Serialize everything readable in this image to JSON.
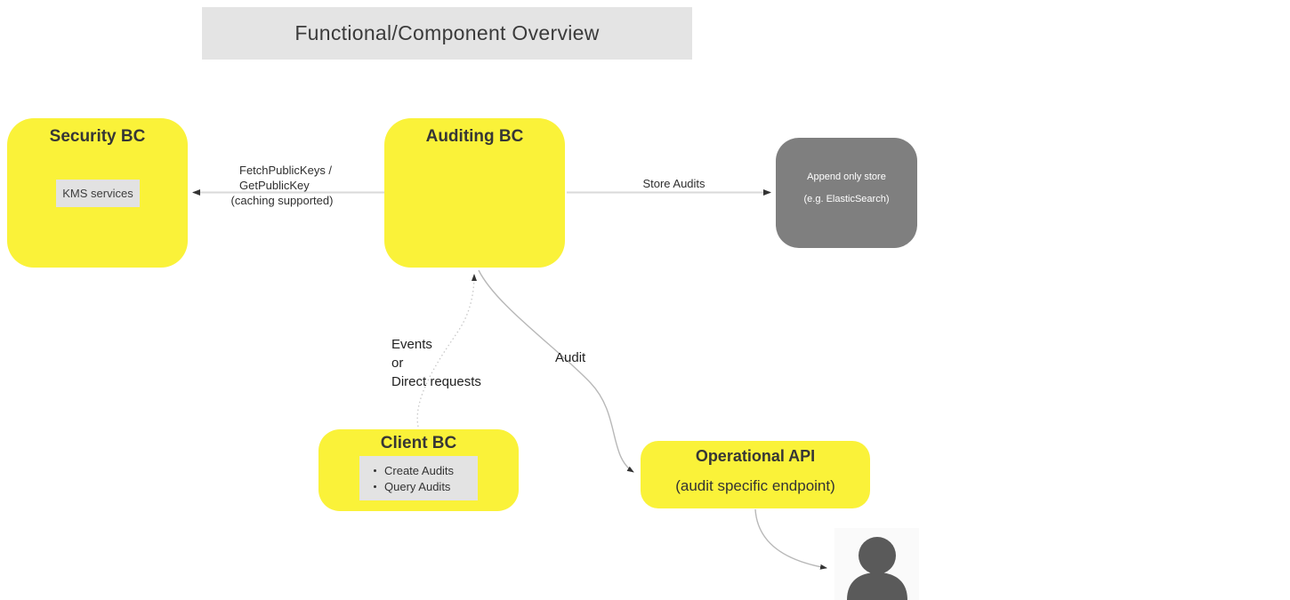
{
  "title": "Functional/Component Overview",
  "nodes": {
    "security_bc": {
      "title": "Security BC",
      "chip": "KMS services"
    },
    "auditing_bc": {
      "title": "Auditing BC"
    },
    "append_store": {
      "line1": "Append only store",
      "line2": "(e.g. ElasticSearch)"
    },
    "client_bc": {
      "title": "Client BC",
      "items": [
        "Create Audits",
        "Query Audits"
      ]
    },
    "operational_api": {
      "title": "Operational API",
      "subtitle": "(audit specific endpoint)"
    },
    "user": {
      "icon": "user-icon"
    }
  },
  "connectors": {
    "fetch_public_keys": {
      "label_line1": "FetchPublicKeys /",
      "label_line2": "GetPublicKey",
      "label_line3": "(caching supported)",
      "from": "Auditing BC",
      "to": "Security BC"
    },
    "store_audits": {
      "label": "Store Audits",
      "from": "Auditing BC",
      "to": "Append only store"
    },
    "events_or_direct": {
      "label_line1": "Events",
      "label_line2": "or",
      "label_line3": "Direct requests",
      "from": "Client BC",
      "to": "Auditing BC",
      "style": "dotted"
    },
    "audit": {
      "label": "Audit",
      "from": "Auditing BC",
      "to": "Operational API"
    },
    "api_to_user": {
      "label": "",
      "from": "Operational API",
      "to": "user-icon"
    }
  },
  "colors": {
    "node_yellow": "#FAF239",
    "store_gray": "#7F7F7F",
    "title_bar_gray": "#E4E4E4",
    "chip_gray": "#E2E2E2",
    "text_dark": "#333333",
    "store_text": "#FFFFFF",
    "line_light": "#DADADA",
    "line_mid": "#B8B8B8",
    "arrowhead": "#333333",
    "user_icon_gray": "#5A5A5A",
    "user_tile_bg": "#FAFAFA"
  }
}
